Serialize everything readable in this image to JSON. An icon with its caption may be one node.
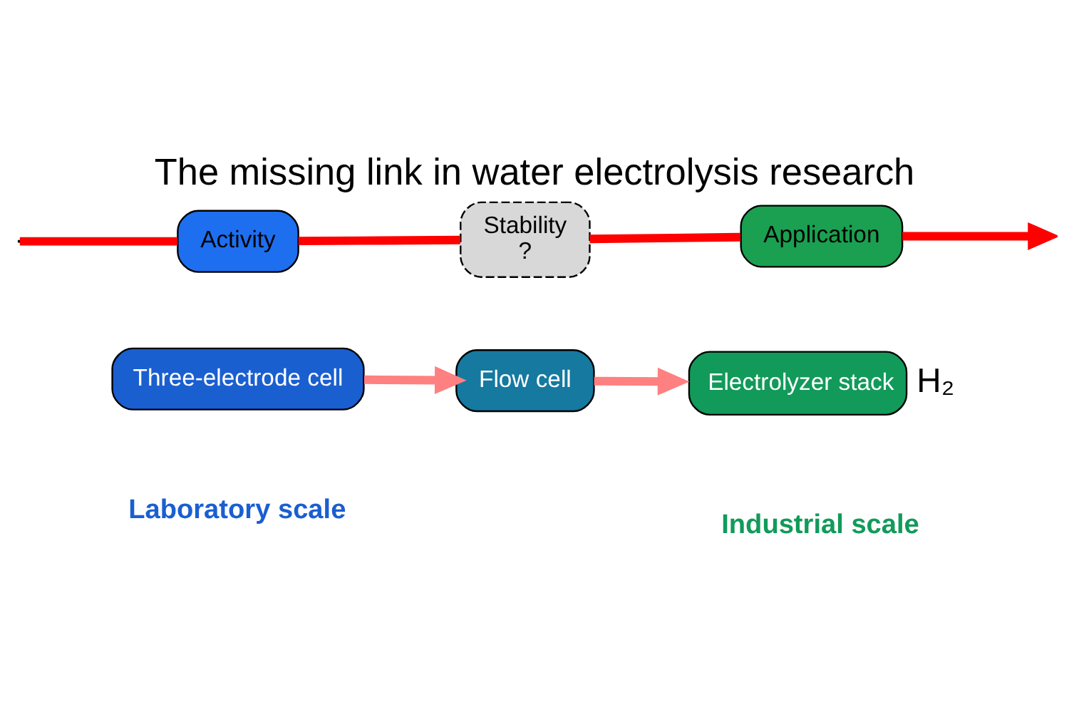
{
  "diagram": {
    "title": "The missing link in water electrolysis research",
    "nodes": [
      {
        "text": [
          "Three-electrode cell"
        ]
      },
      {
        "text": [
          "Flow cell"
        ]
      },
      {
        "text": [
          "Electrolyzer stack"
        ],
        "beside": [
          "H₂"
        ]
      },
      {
        "text": [
          "Activity"
        ]
      },
      {
        "text": [
          "Stability",
          "?"
        ]
      },
      {
        "text": [
          "Application"
        ]
      }
    ],
    "edges": [
      {
        "from": 0,
        "to": 1,
        "arrow": "to",
        "color": "#ff8080"
      },
      {
        "from": 1,
        "to": 2,
        "arrow": "to",
        "color": "#ff8080"
      },
      {
        "from": null,
        "to": 3,
        "arrow": "none"
      },
      {
        "from": 3,
        "to": 4,
        "arrow": "none"
      },
      {
        "from": 4,
        "to": 5,
        "arrow": "none"
      },
      {
        "from": 5,
        "to": null,
        "arrow": "to"
      }
    ],
    "labels": [
      "Laboratory scale",
      "Industrial scale"
    ]
  }
}
